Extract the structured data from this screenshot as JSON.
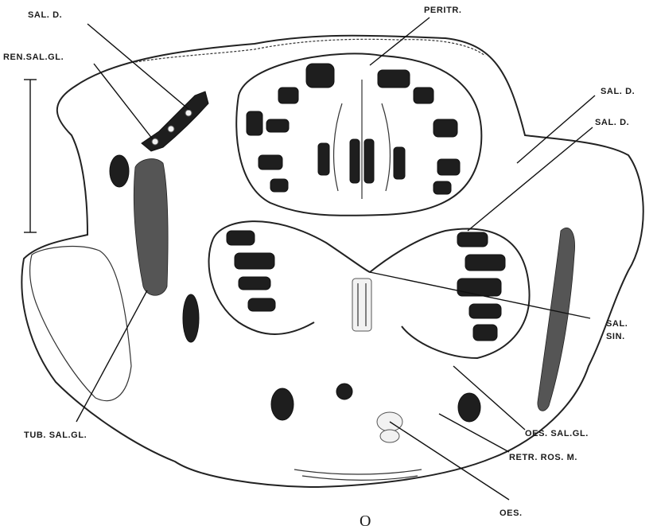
{
  "figure": {
    "letter": "O",
    "labels": {
      "sal_d_top": "SAL. D.",
      "ren_sal_gl": "REN.SAL.GL.",
      "peritr": "PERITR.",
      "sal_d_right1": "SAL. D.",
      "sal_d_right2": "SAL. D.",
      "sal_sin_1": "SAL.",
      "sal_sin_2": "SIN.",
      "tub_sal_gl": "TUB. SAL.GL.",
      "oes_sal_gl": "OES. SAL.GL.",
      "retr_ros_m": "RETR. ROS. M.",
      "oes": "OES."
    }
  }
}
